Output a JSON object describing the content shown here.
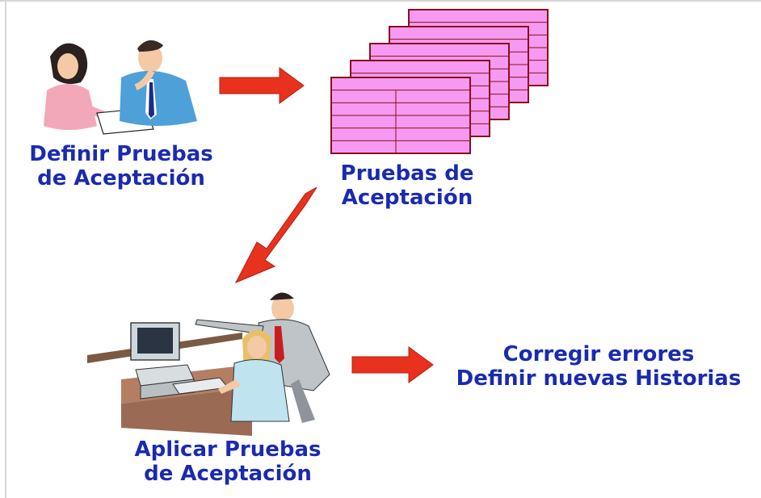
{
  "labels": {
    "define": {
      "line1": "Definir Pruebas",
      "line2": "de Aceptación"
    },
    "tests": {
      "line1": "Pruebas de",
      "line2": "Aceptación"
    },
    "apply": {
      "line1": "Aplicar Pruebas",
      "line2": "de Aceptación"
    },
    "fix": {
      "line1": "Corregir errores",
      "line2": "Definir nuevas Historias"
    }
  },
  "colors": {
    "text": "#1a2bb0",
    "arrow": "#e8321e",
    "card_fill": "#f59af0",
    "card_border": "#8a0f1e"
  },
  "cards": {
    "count": 5
  }
}
